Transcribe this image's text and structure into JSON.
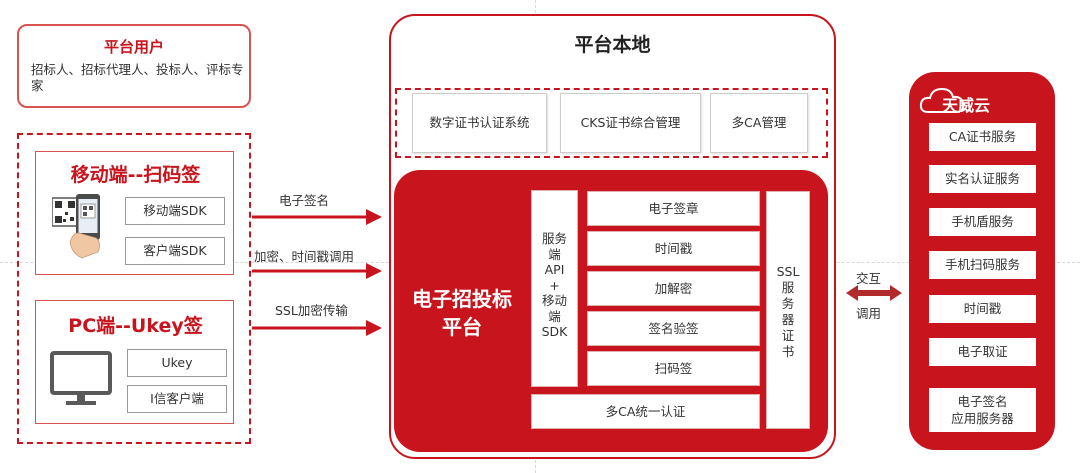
{
  "users": {
    "title": "平台用户",
    "desc": "招标人、招标代理人、投标人、评标专家"
  },
  "mobile": {
    "title": "移动端--扫码签",
    "items": [
      "移动端SDK",
      "客户端SDK"
    ]
  },
  "pc": {
    "title": "PC端--Ukey签",
    "items": [
      "Ukey",
      "I信客户端"
    ]
  },
  "left_arrows": [
    "电子签名",
    "加密、时间戳调用",
    "SSL加密传输"
  ],
  "platform": {
    "title": "平台本地",
    "top_items": [
      "数字证书认证系统",
      "CKS证书综合管理",
      "多CA管理"
    ],
    "core_title": "电子招投标平台",
    "core_title_lines": [
      "电子招投标",
      "平台"
    ],
    "server_col_lines": [
      "服务",
      "端",
      "API",
      "+",
      "移动",
      "端",
      "SDK"
    ],
    "functions": [
      "电子签章",
      "时间戳",
      "加解密",
      "签名验签",
      "扫码签"
    ],
    "bottom": "多CA统一认证",
    "ssl_col_lines": [
      "SSL",
      "服",
      "务",
      "器",
      "证",
      "书"
    ]
  },
  "interaction": {
    "top": "交互",
    "bottom": "调用"
  },
  "cloud": {
    "title": "天威云",
    "services": [
      "CA证书服务",
      "实名认证服务",
      "手机盾服务",
      "手机扫码服务",
      "时间戳",
      "电子取证"
    ],
    "last_service_lines": [
      "电子签名",
      "应用服务器"
    ]
  },
  "colors": {
    "accent": "#c8151d",
    "border": "#d9534f"
  }
}
